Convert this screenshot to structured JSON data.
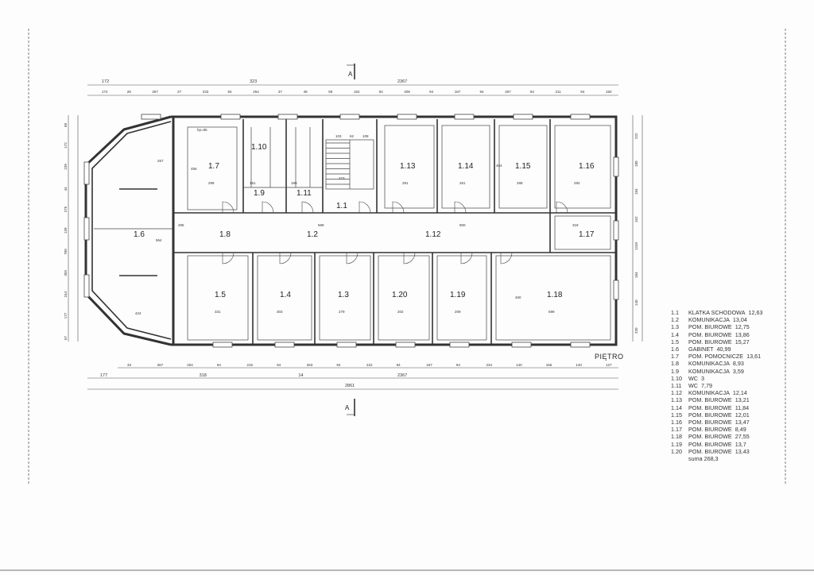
{
  "plan": {
    "title": "PIĘTRO",
    "section_mark_top": "A",
    "section_mark_bottom": "A",
    "rooms": [
      {
        "id": "1.1"
      },
      {
        "id": "1.2"
      },
      {
        "id": "1.3"
      },
      {
        "id": "1.4"
      },
      {
        "id": "1.5"
      },
      {
        "id": "1.6"
      },
      {
        "id": "1.7"
      },
      {
        "id": "1.8"
      },
      {
        "id": "1.9"
      },
      {
        "id": "1.10"
      },
      {
        "id": "1.11"
      },
      {
        "id": "1.12"
      },
      {
        "id": "1.13"
      },
      {
        "id": "1.14"
      },
      {
        "id": "1.15"
      },
      {
        "id": "1.16"
      },
      {
        "id": "1.17"
      },
      {
        "id": "1.18"
      },
      {
        "id": "1.19"
      },
      {
        "id": "1.20"
      }
    ],
    "dims_top_row1": [
      "172",
      "323",
      "2367"
    ],
    "dims_top_row2": [
      "172",
      "28",
      "267",
      "27",
      "233",
      "94",
      "264",
      "37",
      "48",
      "59",
      "162",
      "94",
      "206",
      "94",
      "167",
      "94",
      "267",
      "94",
      "211",
      "94",
      "150"
    ],
    "dims_bottom_row1": [
      "33",
      "267",
      "204",
      "94",
      "215",
      "94",
      "263",
      "94",
      "222",
      "94",
      "167",
      "94",
      "234",
      "140",
      "165",
      "140",
      "127"
    ],
    "dims_bottom_row2": [
      "177",
      "318",
      "14",
      "2367"
    ],
    "dims_bottom_total": "2861",
    "dims_left": [
      "68",
      "172",
      "239",
      "44",
      "275",
      "139",
      "709",
      "359",
      "244",
      "177",
      "67"
    ],
    "dims_right": [
      "222",
      "180",
      "184",
      "152",
      "1249",
      "184",
      "140",
      "220"
    ],
    "interior_labels": [
      "hp=85",
      "299",
      "456",
      "151",
      "189",
      "291",
      "261",
      "288",
      "292",
      "495",
      "589",
      "900",
      "318",
      "331",
      "303",
      "279",
      "202",
      "209",
      "599",
      "424",
      "564",
      "267",
      "454",
      "460",
      "273",
      "103",
      "62",
      "108"
    ]
  },
  "legend": {
    "items": [
      {
        "num": "1.1",
        "name": "KLATKA SCHODOWA",
        "area": "12,63"
      },
      {
        "num": "1.2",
        "name": "KOMUNIKACJA",
        "area": "13,04"
      },
      {
        "num": "1.3",
        "name": "POM. BIUROWE",
        "area": "12,75"
      },
      {
        "num": "1.4",
        "name": "POM. BIUROWE",
        "area": "13,86"
      },
      {
        "num": "1.5",
        "name": "POM. BIUROWE",
        "area": "15,27"
      },
      {
        "num": "1.6",
        "name": "GABINET",
        "area": "40,99"
      },
      {
        "num": "1.7",
        "name": "POM. POMOCNICZE",
        "area": "13,61"
      },
      {
        "num": "1.8",
        "name": "KOMUNIKACJA",
        "area": "8,93"
      },
      {
        "num": "1.9",
        "name": "KOMUNIKACJA",
        "area": "3,59"
      },
      {
        "num": "1.10",
        "name": "WC",
        "area": "3"
      },
      {
        "num": "1.11",
        "name": "WC",
        "area": "7,79"
      },
      {
        "num": "1.12",
        "name": "KOMUNIKACJA",
        "area": "12,14"
      },
      {
        "num": "1.13",
        "name": "POM. BIUROWE",
        "area": "13,21"
      },
      {
        "num": "1.14",
        "name": "POM. BIUROWE",
        "area": "11,84"
      },
      {
        "num": "1.15",
        "name": "POM. BIUROWE",
        "area": "12,01"
      },
      {
        "num": "1.16",
        "name": "POM. BIUROWE",
        "area": "13,47"
      },
      {
        "num": "1.17",
        "name": "POM. BIUROWE",
        "area": "8,49"
      },
      {
        "num": "1.18",
        "name": "POM. BIUROWE",
        "area": "27,55"
      },
      {
        "num": "1.19",
        "name": "POM. BIUROWE",
        "area": "13,7"
      },
      {
        "num": "1.20",
        "name": "POM. BIUROWE",
        "area": "13,43"
      }
    ],
    "sum": "suma 268,3"
  },
  "colors": {
    "line": "#333333",
    "paper": "#fdfdfd"
  }
}
